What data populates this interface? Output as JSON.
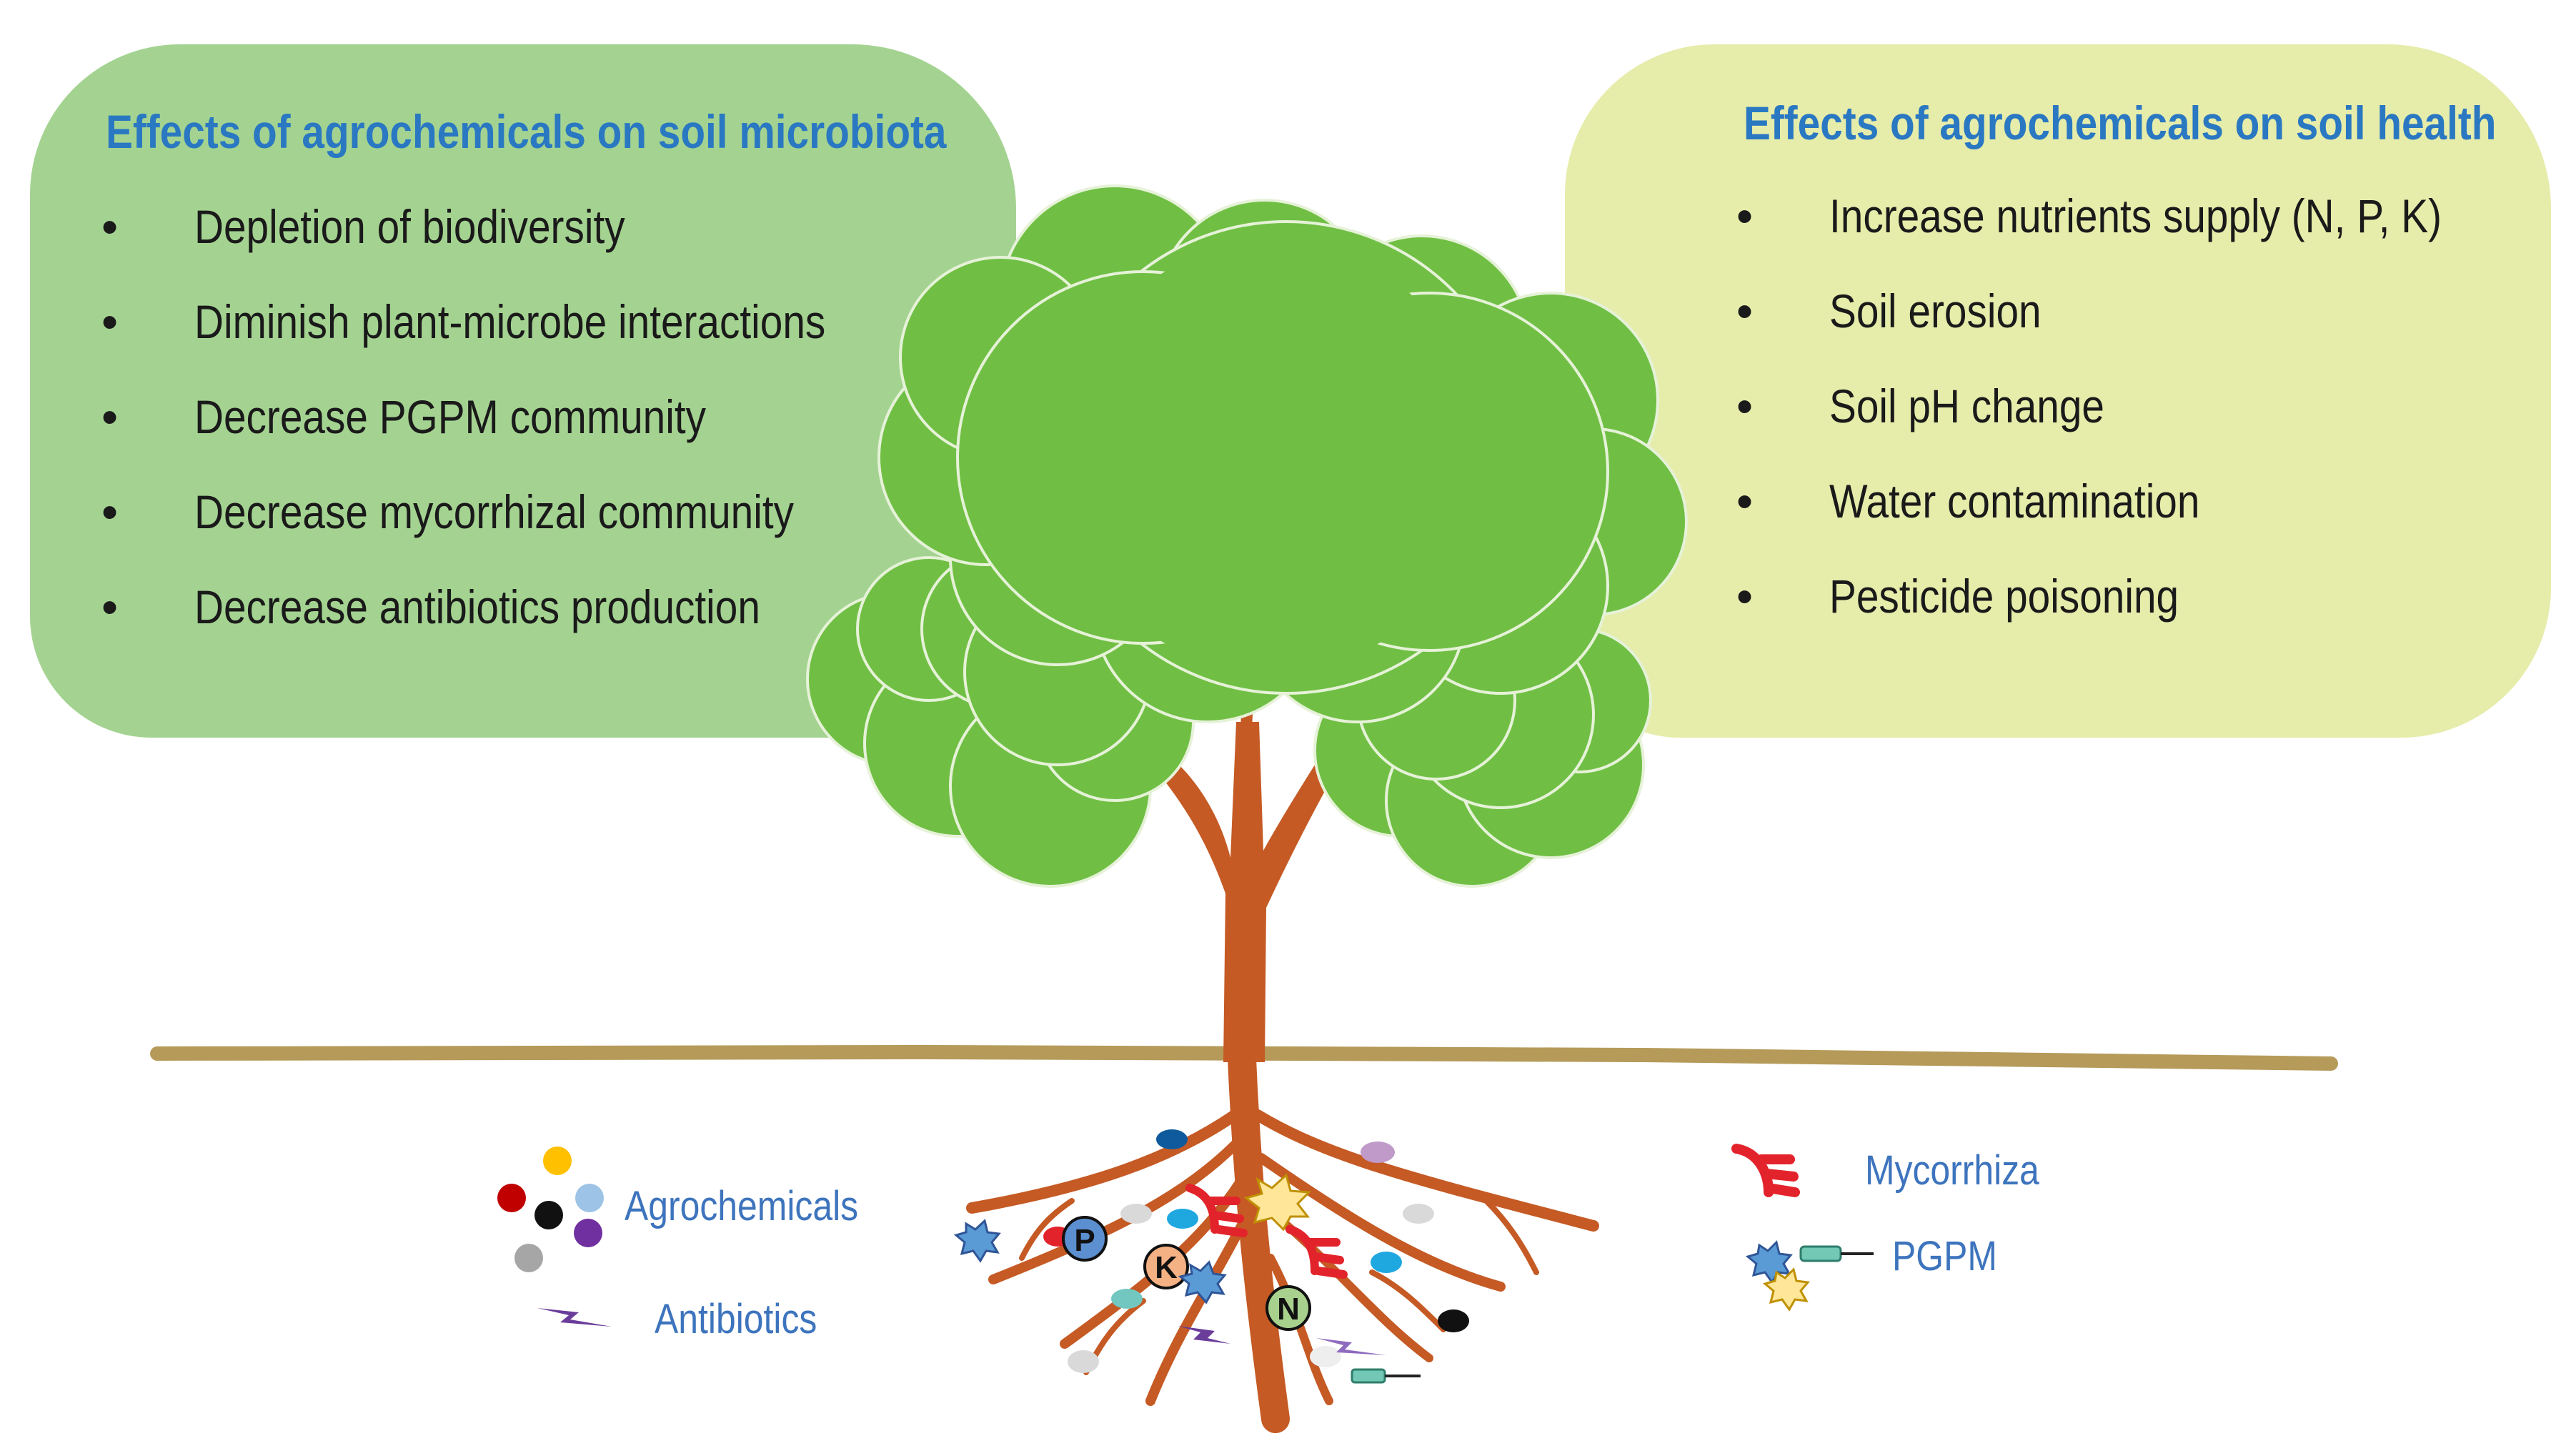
{
  "left_panel": {
    "title": "Effects of agrochemicals on soil microbiota",
    "items": [
      "Depletion of biodiversity",
      "Diminish plant-microbe interactions",
      "Decrease PGPM community",
      "Decrease mycorrhizal community",
      "Decrease antibiotics production"
    ]
  },
  "right_panel": {
    "title": "Effects of agrochemicals on soil health",
    "items": [
      "Increase nutrients supply (N, P, K)",
      "Soil erosion",
      "Soil pH change",
      "Water contamination",
      "Pesticide poisoning"
    ]
  },
  "bullet_glyph": "•",
  "soil_nutrients": [
    "P",
    "K",
    "N"
  ],
  "legend": {
    "agrochemicals": "Agrochemicals",
    "antibiotics": "Antibiotics",
    "mycorrhiza": "Mycorrhiza",
    "pgpm": "PGPM"
  },
  "colors": {
    "left_panel_bg": "#a4d391",
    "right_panel_bg": "#e6ecaa",
    "title_blue": "#2a78c2",
    "legend_blue": "#3d74bd",
    "canopy_green": "#70bf44",
    "trunk_brown": "#c55a24",
    "ground_line": "#b59a59",
    "mycorrhiza_red": "#e3232b",
    "antibiotic_purple": "#6a3d9a",
    "pgpm_blue": "#5b9bd5",
    "pgpm_teal": "#72c7b5"
  }
}
